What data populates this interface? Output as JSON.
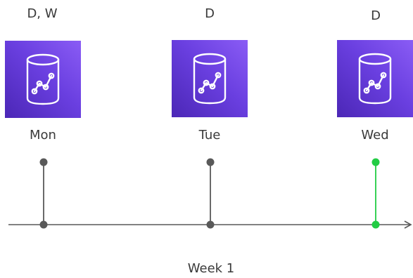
{
  "colors": {
    "tile_gradient_start": "#4b27b6",
    "tile_gradient_end": "#8a5cf5",
    "marker_default": "#595959",
    "marker_active": "#22cc44",
    "axis": "#595959"
  },
  "timeline": {
    "week_label": "Week 1",
    "days": [
      {
        "day": "Mon",
        "backups": "D, W",
        "icon": "database-analytics-icon",
        "active": false
      },
      {
        "day": "Tue",
        "backups": "D",
        "icon": "database-analytics-icon",
        "active": false
      },
      {
        "day": "Wed",
        "backups": "D",
        "icon": "database-analytics-icon",
        "active": true
      }
    ]
  }
}
